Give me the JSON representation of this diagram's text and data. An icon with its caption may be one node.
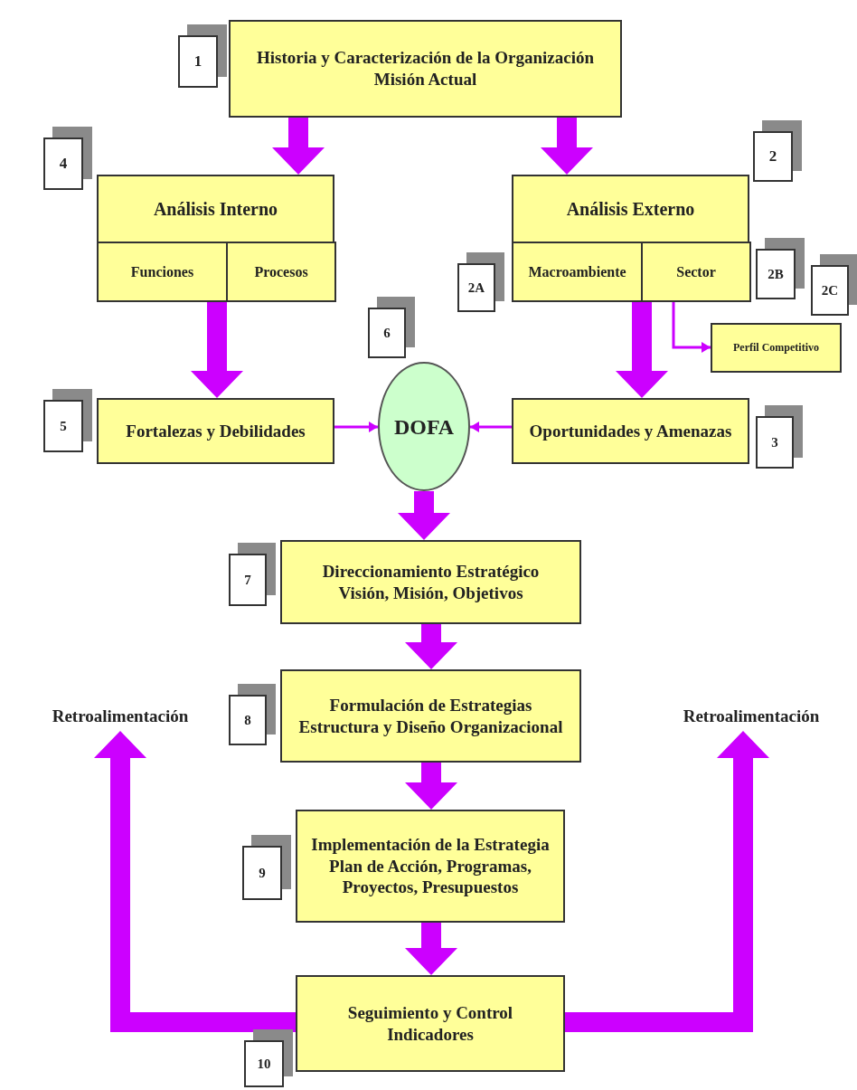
{
  "diagram": {
    "nodes": [
      {
        "text": [
          "1"
        ]
      },
      {
        "text": [
          "Historia y Caracterización de la Organización",
          "Misión Actual"
        ]
      },
      {
        "text": [
          "4"
        ]
      },
      {
        "text": [
          "2"
        ]
      },
      {
        "text": [
          "Análisis Interno"
        ]
      },
      {
        "text": [
          "Funciones"
        ],
        "in": 4
      },
      {
        "text": [
          "Procesos"
        ],
        "in": 4
      },
      {
        "text": [
          "Análisis Externo"
        ]
      },
      {
        "text": [
          "Macroambiente"
        ],
        "in": 7
      },
      {
        "text": [
          "Sector"
        ],
        "in": 7
      },
      {
        "text": [
          "2A"
        ]
      },
      {
        "text": [
          "2B"
        ]
      },
      {
        "text": [
          "2C"
        ]
      },
      {
        "text": [
          "6"
        ]
      },
      {
        "text": [
          "Perfil Competitivo"
        ]
      },
      {
        "text": [
          "5"
        ]
      },
      {
        "text": [
          "Fortalezas y Debilidades"
        ]
      },
      {
        "text": [
          "DOFA"
        ]
      },
      {
        "text": [
          "Oportunidades y Amenazas"
        ]
      },
      {
        "text": [
          "3"
        ]
      },
      {
        "text": [
          "7"
        ]
      },
      {
        "text": [
          "Direccionamiento Estratégico",
          "Visión, Misión, Objetivos"
        ]
      },
      {
        "text": [
          "Retroalimentación"
        ]
      },
      {
        "text": [
          "8"
        ]
      },
      {
        "text": [
          "Formulación de Estrategias",
          "Estructura y Diseño Organizacional"
        ]
      },
      {
        "text": [
          "Retroalimentación"
        ]
      },
      {
        "text": [
          "9"
        ]
      },
      {
        "text": [
          "Implementación de la Estrategia",
          "Plan de Acción, Programas, Proyectos, Presupuestos"
        ]
      },
      {
        "text": [
          "10"
        ]
      },
      {
        "text": [
          "Seguimiento y Control",
          "Indicadores"
        ]
      }
    ],
    "edges": [
      {
        "from": 1,
        "to": 4,
        "arrow": "to",
        "style": "thick"
      },
      {
        "from": 1,
        "to": 7,
        "arrow": "to",
        "style": "thick"
      },
      {
        "from": 4,
        "to": 16,
        "arrow": "to",
        "style": "thick"
      },
      {
        "from": 7,
        "to": 18,
        "arrow": "to",
        "style": "thick"
      },
      {
        "from": 9,
        "to": 14,
        "arrow": "to"
      },
      {
        "from": 16,
        "to": 17,
        "arrow": "to"
      },
      {
        "from": 18,
        "to": 17,
        "arrow": "to"
      },
      {
        "from": 17,
        "to": 21,
        "arrow": "to",
        "style": "thick"
      },
      {
        "from": 21,
        "to": 24,
        "arrow": "to",
        "style": "thick"
      },
      {
        "from": 24,
        "to": 27,
        "arrow": "to",
        "style": "thick"
      },
      {
        "from": 27,
        "to": 29,
        "arrow": "to",
        "style": "thick"
      },
      {
        "from": 29,
        "to": 22,
        "arrow": "to",
        "style": "thick"
      },
      {
        "from": 29,
        "to": 25,
        "arrow": "to",
        "style": "thick"
      }
    ]
  }
}
